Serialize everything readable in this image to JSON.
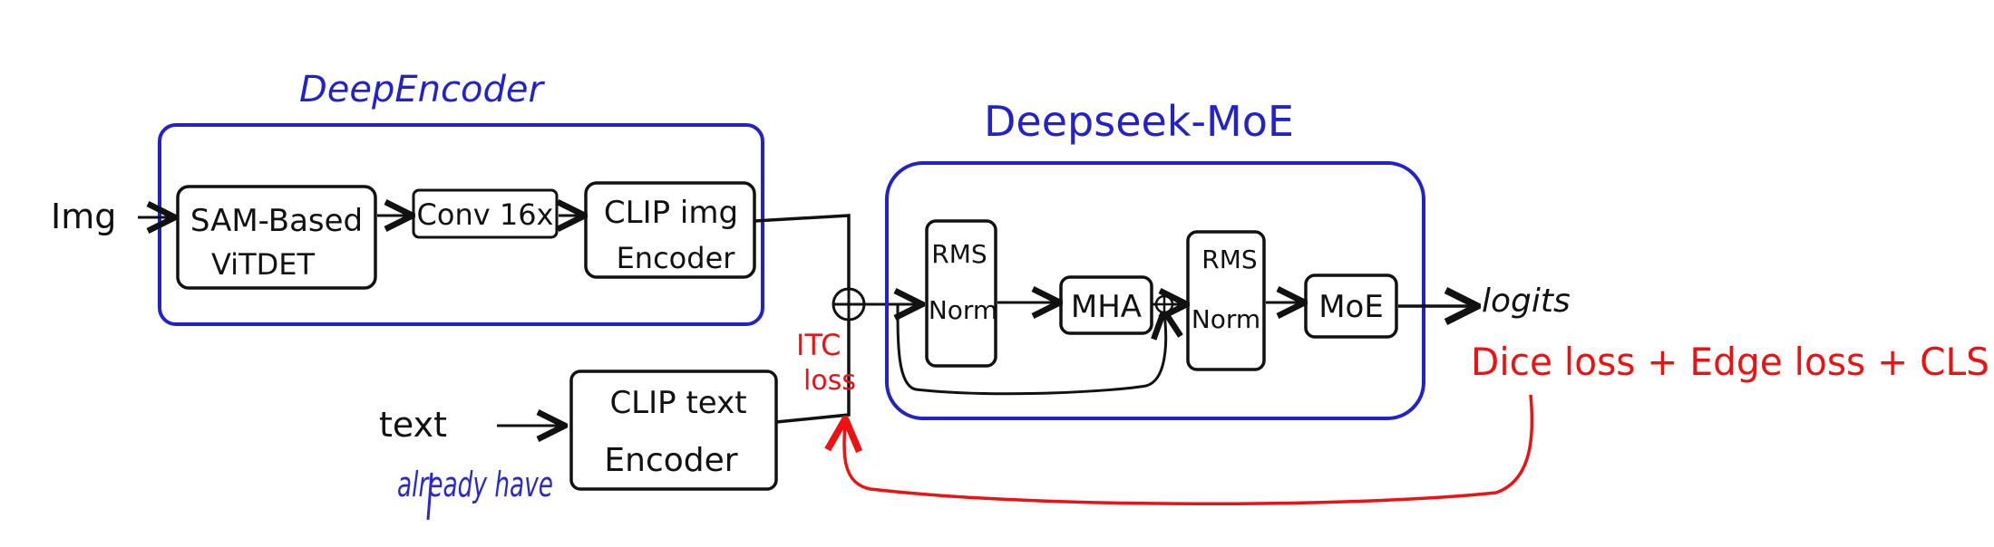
{
  "colors": {
    "ink": "#111111",
    "encoder_outline": "#2222cc",
    "annotation": "#ee1111",
    "note": "#2a2acc"
  },
  "groups": {
    "deep_encoder": {
      "title": "DeepEncoder"
    },
    "deepseek_moe": {
      "title": "Deepseek-MoE"
    }
  },
  "inputs": {
    "img": "Img",
    "text": "text"
  },
  "blocks": {
    "sam": {
      "line1": "SAM-Based",
      "line2": "ViTDET"
    },
    "conv": {
      "label": "Conv 16x"
    },
    "clip_img": {
      "line1": "CLIP img",
      "line2": "Encoder"
    },
    "clip_text": {
      "line1": "CLIP text",
      "line2": "Encoder"
    },
    "rms1": {
      "line1": "RMS",
      "line2": "Norm"
    },
    "mha": {
      "label": "MHA"
    },
    "rms2": {
      "line1": "RMS",
      "line2": "Norm"
    },
    "moe": {
      "label": "MoE"
    }
  },
  "outputs": {
    "logits": "logits"
  },
  "annotations": {
    "itc_loss_line1": "ITC",
    "itc_loss_line2": "loss",
    "total_loss": "Dice loss + Edge loss + CLS",
    "note": "already have"
  }
}
